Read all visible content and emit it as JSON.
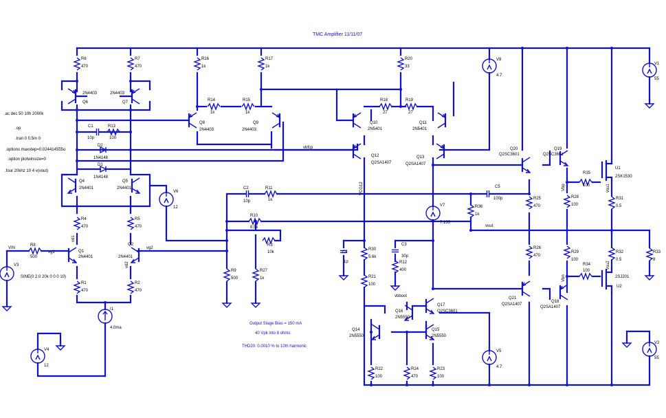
{
  "title": "TMC Amplifier  11/11/07",
  "colors": {
    "wire": "#1010d0",
    "label": "#000000",
    "note": "#1010d0",
    "background": "#ffffff"
  },
  "directives": [
    ".ac dec 50 10h 2000k",
    ".op",
    ".tran 0 0.5m 0",
    ".options maxstep=0.024414555u",
    ".option plotwinsize=0",
    ".four 20khz 10 4 v(vout)"
  ],
  "notes": [
    "Output Stage Bias = 150 mA",
    "40 Vpk into 8 ohms",
    "THD20: 0.0010 % to 10th harmonic"
  ],
  "transistors": {
    "Q6": {
      "name": "Q6",
      "part": "2N4403"
    },
    "Q7": {
      "name": "Q7",
      "part": "2N4403"
    },
    "Q8": {
      "name": "Q8",
      "part": "2N4403"
    },
    "Q9": {
      "name": "Q9",
      "part": "2N4403"
    },
    "Q4": {
      "name": "Q4",
      "part": "2N4401"
    },
    "Q5": {
      "name": "Q5",
      "part": "2N4401"
    },
    "Q1": {
      "name": "Q1",
      "part": "2N4401"
    },
    "Q2": {
      "name": "Q2",
      "part": "2N4401"
    },
    "Q10": {
      "name": "Q10",
      "part": "2N5401"
    },
    "Q11": {
      "name": "Q11",
      "part": "2N5401"
    },
    "Q12": {
      "name": "Q12",
      "part": "Q2SA1407"
    },
    "Q13": {
      "name": "Q13",
      "part": "Q2SA1407"
    },
    "Q20": {
      "name": "Q20",
      "part": "Q2SC3601"
    },
    "Q19": {
      "name": "Q19",
      "part": "Q2SC3601"
    },
    "Q21": {
      "name": "Q21",
      "part": "Q2SA1407"
    },
    "Q18": {
      "name": "Q18",
      "part": "Q2SA1407"
    },
    "Q16": {
      "name": "Q16",
      "part": "2N5550"
    },
    "Q17": {
      "name": "Q17",
      "part": "Q2SC3601"
    },
    "Q14": {
      "name": "Q14",
      "part": "2N5550"
    },
    "Q15": {
      "name": "Q15",
      "part": "2N5550"
    },
    "U1": {
      "name": "U1",
      "part": "2SK1530"
    },
    "U2": {
      "name": "U2",
      "part": "2SJ201"
    }
  },
  "resistors": {
    "R6": {
      "name": "R6",
      "value": "470"
    },
    "R7": {
      "name": "R7",
      "value": "470"
    },
    "R16": {
      "name": "R16",
      "value": "1k"
    },
    "R17": {
      "name": "R17",
      "value": "1k"
    },
    "R20": {
      "name": "R20",
      "value": "33"
    },
    "R14": {
      "name": "R14",
      "value": "1k"
    },
    "R15": {
      "name": "R15",
      "value": "1k"
    },
    "R18": {
      "name": "R18",
      "value": "27"
    },
    "R19": {
      "name": "R19",
      "value": "27"
    },
    "R13": {
      "name": "R13",
      "value": "100"
    },
    "R11": {
      "name": "R11",
      "value": "1k"
    },
    "R10": {
      "name": "R10",
      "value": "8.5k"
    },
    "R3": {
      "name": "R3",
      "value": "10k"
    },
    "R9": {
      "name": "R9",
      "value": "500"
    },
    "R27": {
      "name": "R27",
      "value": "1k"
    },
    "R4": {
      "name": "R4",
      "value": "470"
    },
    "R5": {
      "name": "R5",
      "value": "470"
    },
    "R1": {
      "name": "R1",
      "value": "470"
    },
    "R2": {
      "name": "R2",
      "value": "470"
    },
    "R8": {
      "name": "R8",
      "value": "500"
    },
    "R36": {
      "name": "R36",
      "value": "1k"
    },
    "R30": {
      "name": "R30",
      "value": "5.6k"
    },
    "R21": {
      "name": "R21",
      "value": "100"
    },
    "R12": {
      "name": "R12",
      "value": "400"
    },
    "R22": {
      "name": "R22",
      "value": "100"
    },
    "R24": {
      "name": "R24",
      "value": "470"
    },
    "R23": {
      "name": "R23",
      "value": "100"
    },
    "R25": {
      "name": "R25",
      "value": "470"
    },
    "R26": {
      "name": "R26",
      "value": "470"
    },
    "R28": {
      "name": "R28",
      "value": "100"
    },
    "R29": {
      "name": "R29",
      "value": "100"
    },
    "R35": {
      "name": "R35",
      "value": "100"
    },
    "R34": {
      "name": "R34",
      "value": "100"
    },
    "R31": {
      "name": "R31",
      "value": "0.5"
    },
    "R32": {
      "name": "R32",
      "value": "0.5"
    },
    "R33": {
      "name": "R33",
      "value": "8"
    }
  },
  "capacitors": {
    "C1": {
      "name": "C1",
      "value": "10p"
    },
    "C2": {
      "name": "C2",
      "value": "10p"
    },
    "C5": {
      "name": "C5",
      "value": "100p"
    },
    "C4": {
      "name": "C4",
      "value": "1p"
    },
    "C3": {
      "name": "C3",
      "value": "30p"
    }
  },
  "diodes": {
    "D2": {
      "name": "D2",
      "part": "1N4148"
    },
    "D1": {
      "name": "D1",
      "part": "1N4148"
    }
  },
  "sources": {
    "V1": {
      "name": "V1",
      "value": "55"
    },
    "V2": {
      "name": "V2",
      "value": "55"
    },
    "V3": {
      "name": "V3",
      "value": "SINE(0 2.0 20k 0 0 0 10)"
    },
    "V4": {
      "name": "V4",
      "value": "12"
    },
    "V5": {
      "name": "V5",
      "value": "4.7"
    },
    "V6": {
      "name": "V6",
      "value": "12"
    },
    "V7": {
      "name": "V7",
      "value": "7.135"
    },
    "V8": {
      "name": "V8",
      "value": "4.7"
    },
    "I1": {
      "name": "I1",
      "value": "4.0ma"
    }
  },
  "nets": {
    "vin": "VIN",
    "vg1": "vg1",
    "vg2": "vg2",
    "vd1": "vd1",
    "vd2": "vd2",
    "vbfcp": "vbfcp",
    "vcg12": "VCG12",
    "vout": "vout",
    "vbboot": "vbboot",
    "vbp": "Vbp",
    "vbn": "Vbn",
    "vsu1": "vsu1",
    "vsu2": "vsu2"
  }
}
